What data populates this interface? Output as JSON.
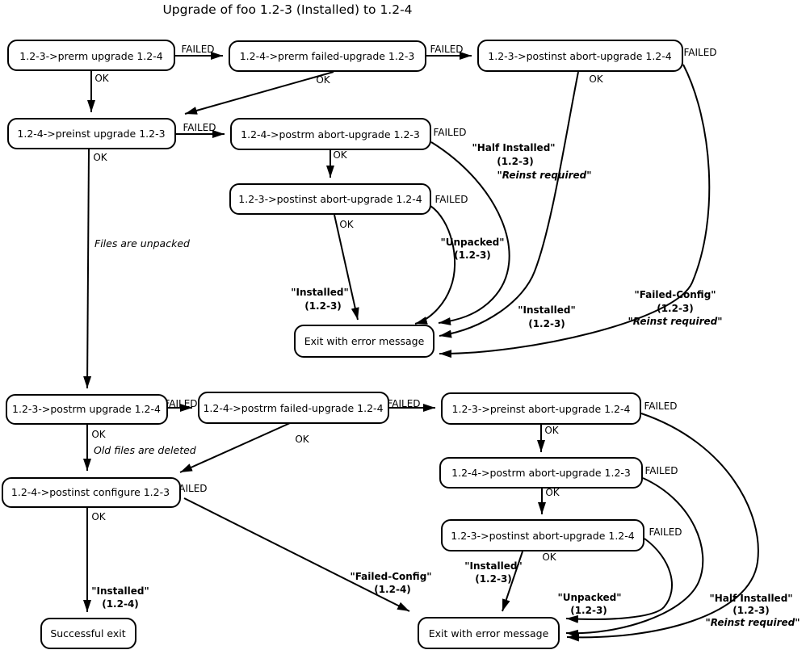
{
  "title": "Upgrade of foo 1.2-3 (Installed) to 1.2-4",
  "colors": {
    "line": "#000000",
    "node_fill": "#ffffff",
    "background": "#ffffff",
    "text": "#000000"
  },
  "nodes": {
    "prerm_upgrade": {
      "label": "1.2-3->prerm upgrade 1.2-4"
    },
    "prerm_failed_upgrade": {
      "label": "1.2-4->prerm failed-upgrade 1.2-3"
    },
    "postinst_abort_topright": {
      "label": "1.2-3->postinst abort-upgrade 1.2-4"
    },
    "preinst_upgrade": {
      "label": "1.2-4->preinst upgrade 1.2-3"
    },
    "postrm_abort_top": {
      "label": "1.2-4->postrm abort-upgrade 1.2-3"
    },
    "postinst_abort_mid": {
      "label": "1.2-3->postinst abort-upgrade 1.2-4"
    },
    "exit_error_top": {
      "label": "Exit with error message"
    },
    "postrm_upgrade": {
      "label": "1.2-3->postrm upgrade 1.2-4"
    },
    "postrm_failed_upgrade": {
      "label": "1.2-4->postrm failed-upgrade 1.2-4"
    },
    "preinst_abort": {
      "label": "1.2-3->preinst abort-upgrade 1.2-4"
    },
    "postrm_abort_bottom": {
      "label": "1.2-4->postrm abort-upgrade 1.2-3"
    },
    "postinst_abort_bottom": {
      "label": "1.2-3->postinst abort-upgrade 1.2-4"
    },
    "postinst_configure": {
      "label": "1.2-4->postinst configure 1.2-3"
    },
    "exit_error_bottom": {
      "label": "Exit with error message"
    },
    "successful_exit": {
      "label": "Successful exit"
    }
  },
  "edge_labels": {
    "ok": "OK",
    "failed": "FAILED"
  },
  "annotations": {
    "files_unpacked": "Files are unpacked",
    "old_files_deleted": "Old files are deleted"
  },
  "states": {
    "half_installed_mid": {
      "line1": "\"Half Installed\"",
      "line2": "(1.2-3)",
      "line3": "\"Reinst required\""
    },
    "unpacked_mid": {
      "line1": "\"Unpacked\"",
      "line2": "(1.2-3)"
    },
    "installed_mid_left": {
      "line1": "\"Installed\"",
      "line2": "(1.2-3)"
    },
    "installed_mid_right": {
      "line1": "\"Installed\"",
      "line2": "(1.2-3)"
    },
    "failed_config_mid": {
      "line1": "\"Failed-Config\"",
      "line2": "(1.2-3)",
      "line3": "\"Reinst required\""
    },
    "installed_bottom_left": {
      "line1": "\"Installed\"",
      "line2": "(1.2-4)"
    },
    "failed_config_bottom": {
      "line1": "\"Failed-Config\"",
      "line2": "(1.2-4)"
    },
    "installed_bottom_mid": {
      "line1": "\"Installed\"",
      "line2": "(1.2-3)"
    },
    "unpacked_bottom": {
      "line1": "\"Unpacked\"",
      "line2": "(1.2-3)"
    },
    "half_installed_bottom": {
      "line1": "\"Half Installed\"",
      "line2": "(1.2-3)",
      "line3": "\"Reinst required\""
    }
  }
}
